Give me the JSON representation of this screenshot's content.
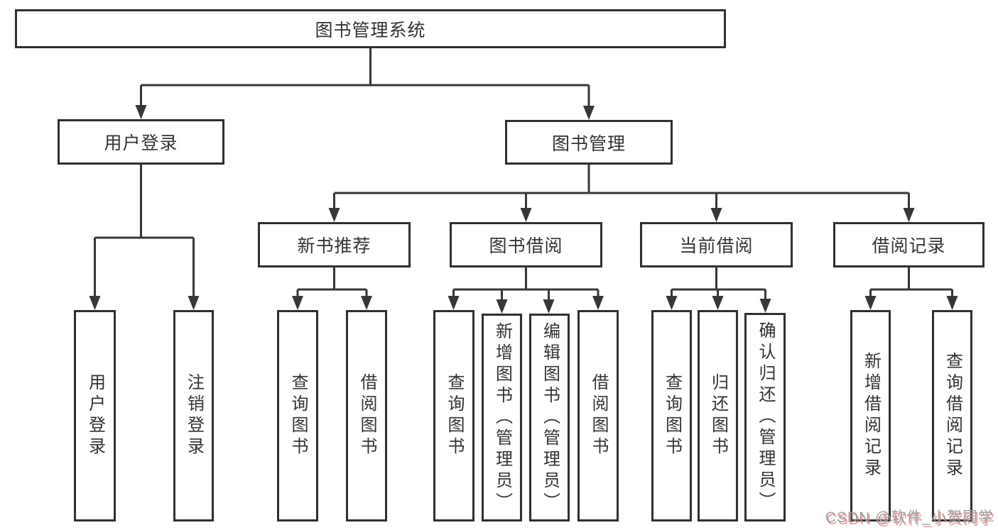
{
  "tree": {
    "root": "图书管理系统",
    "level2": [
      {
        "label": "用户登录",
        "children": [
          "用户登录",
          "注销登录"
        ]
      },
      {
        "label": "图书管理",
        "children": [
          {
            "label": "新书推荐",
            "children": [
              "查询图书",
              "借阅图书"
            ]
          },
          {
            "label": "图书借阅",
            "children": [
              "查询图书",
              "新增图书（管理员）",
              "编辑图书（管理员）",
              "借阅图书"
            ]
          },
          {
            "label": "当前借阅",
            "children": [
              "查询图书",
              "归还图书",
              "确认归还（管理员）"
            ]
          },
          {
            "label": "借阅记录",
            "children": [
              "新增借阅记录",
              "查询借阅记录"
            ]
          }
        ]
      }
    ]
  },
  "watermark": {
    "text": "CSDN @软件_小贺同学",
    "color": "#9f9f9f",
    "shadow_color": "#d67a7a"
  },
  "style": {
    "background": "#ffffff",
    "line_color": "#373737",
    "box_border_color": "#303030",
    "text_color": "#333333"
  }
}
